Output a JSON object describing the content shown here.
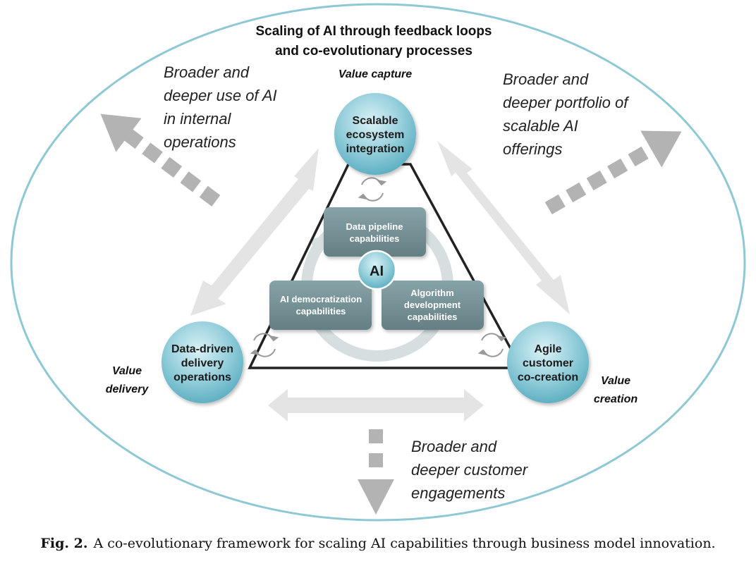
{
  "title": {
    "line1": "Scaling of AI through feedback loops",
    "line2": "and co-evolutionary processes"
  },
  "arrows": {
    "top_left": {
      "lines": [
        "Broader and",
        "deeper use of AI",
        "in internal",
        "operations"
      ]
    },
    "top_right": {
      "lines": [
        "Broader and",
        "deeper portfolio of",
        "scalable AI",
        "offerings"
      ]
    },
    "bottom": {
      "lines": [
        "Broader and",
        "deeper customer",
        "engagements"
      ]
    }
  },
  "value_labels": {
    "capture": "Value capture",
    "delivery": [
      "Value",
      "delivery"
    ],
    "creation": [
      "Value",
      "creation"
    ]
  },
  "nodes": {
    "top": {
      "lines": [
        "Scalable",
        "ecosystem",
        "integration"
      ]
    },
    "left": {
      "lines": [
        "Data-driven",
        "delivery",
        "operations"
      ]
    },
    "right": {
      "lines": [
        "Agile",
        "customer",
        "co-creation"
      ]
    }
  },
  "capabilities": {
    "pipeline": {
      "lines": [
        "Data pipeline",
        "capabilities"
      ]
    },
    "democratization": {
      "lines": [
        "AI democratization",
        "capabilities"
      ]
    },
    "algorithm": {
      "lines": [
        "Algorithm",
        "development",
        "capabilities"
      ]
    }
  },
  "center": {
    "label": "AI"
  },
  "caption": {
    "label": "Fig. 2.",
    "text": "A co-evolutionary framework for scaling AI capabilities through business model innovation."
  },
  "colors": {
    "ellipse_border": "#8ec8d4",
    "node_fill": "#7fc3d3",
    "capability_box": "#6f8f95",
    "light_arrow": "#e4e4e4",
    "dash_arrow": "#b3b3b3"
  }
}
